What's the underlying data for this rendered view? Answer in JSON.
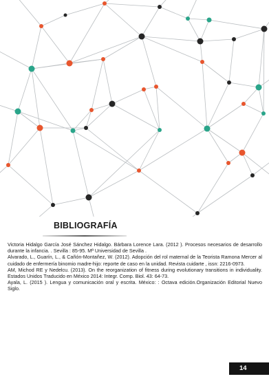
{
  "section": {
    "title": "BIBLIOGRAFÍA"
  },
  "references": [
    "Victoria Hidalgo García José Sánchez Hidalgo. Bárbara Lorence Lara. (2012 ). Procesos necesarios de desarrollo durante la infancia. . Sevilla : 85-95. Mª Universidad de Sevilla .",
    "Alvarado, L., Guarín, L., & Cañón-Montañez, W. (2012). Adopción del rol maternal de la Teorista Ramona Mercer al cuidado de enfermería binomio madre-hijo: reporte de caso en la unidad. Revista cuidarte , issn: 2216-0973.",
    "AM, Michod RE y Nedelcu. (2013). On the reorganization of fitness during evolutionary transitions in individuality. Estados Unidos Traducido en México 2014: Integr. Comp. Biol. 43: 64-73.",
    "Ayala, L. (2015 ). Lengua y comunicación oral y escrita. México: : Octava edición.Organización Editorial Nuevo Siglo."
  ],
  "page_number": "14",
  "colors": {
    "node_orange": "#e8562e",
    "node_teal": "#2aa58a",
    "node_dark": "#262626",
    "line": "#b9bdc0"
  }
}
